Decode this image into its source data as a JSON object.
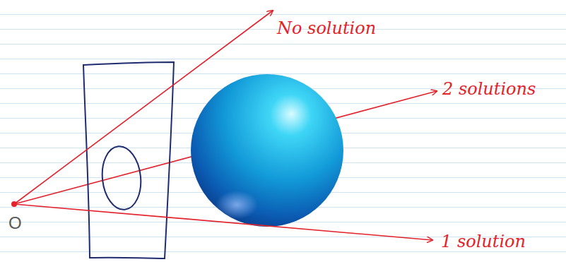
{
  "diagram": {
    "labels": [
      "No solution",
      "2 solutions",
      "1 solution",
      "O"
    ]
  }
}
